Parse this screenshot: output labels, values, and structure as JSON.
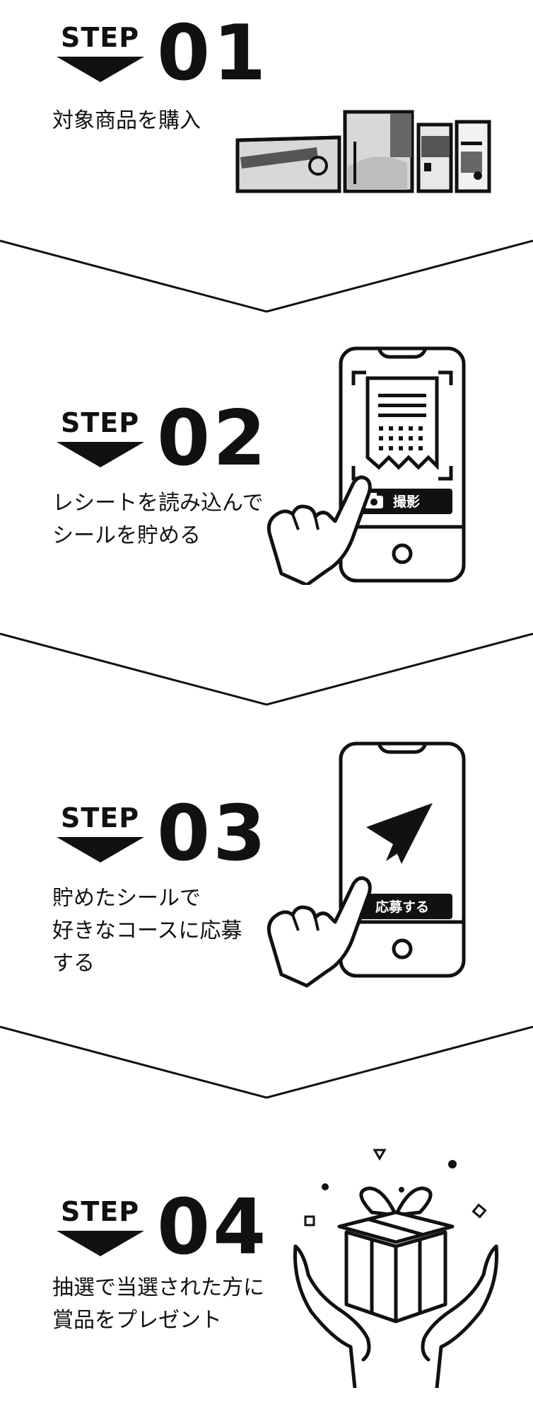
{
  "steps": [
    {
      "label": "STEP",
      "number": "01",
      "description_lines": [
        "対象商品を購入"
      ]
    },
    {
      "label": "STEP",
      "number": "02",
      "description_lines": [
        "レシートを読み込んで",
        "シールを貯める"
      ],
      "phone_button_label": "撮影",
      "phone_button_icon": "camera-icon"
    },
    {
      "label": "STEP",
      "number": "03",
      "description_lines": [
        "貯めたシールで",
        "好きなコースに応募",
        "する"
      ],
      "phone_button_label": "応募する",
      "phone_button_icon": "paper-plane-icon"
    },
    {
      "label": "STEP",
      "number": "04",
      "description_lines": [
        "抽選で当選された方に",
        "賞品をプレゼント"
      ],
      "illustration_icon": "gift-in-hands-icon"
    }
  ],
  "colors": {
    "ink": "#111111",
    "background": "#ffffff",
    "gray": "#cfcfcf",
    "dark_gray": "#555555"
  }
}
